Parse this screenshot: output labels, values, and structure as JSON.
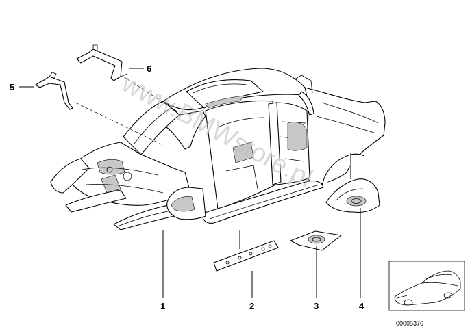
{
  "diagram": {
    "callouts": [
      {
        "id": "1",
        "label": "1"
      },
      {
        "id": "2",
        "label": "2"
      },
      {
        "id": "3",
        "label": "3"
      },
      {
        "id": "4",
        "label": "4"
      },
      {
        "id": "5",
        "label": "5"
      },
      {
        "id": "6",
        "label": "6"
      }
    ],
    "document_number": "00005376",
    "watermark": "www.BMWstore.pl"
  }
}
